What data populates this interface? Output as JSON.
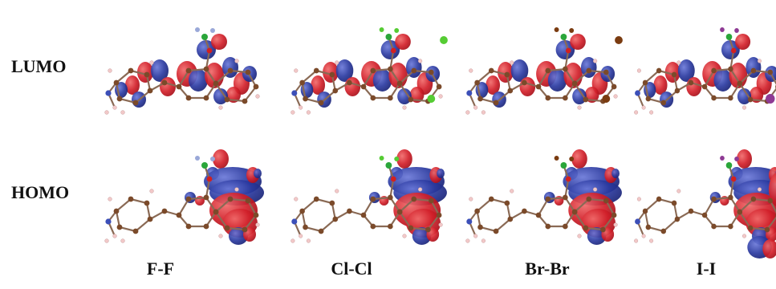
{
  "rows": [
    {
      "label": "LUMO"
    },
    {
      "label": "HOMO"
    }
  ],
  "columns": [
    {
      "label": "F-F",
      "halogen_color": "#9aa8d8"
    },
    {
      "label": "Cl-Cl",
      "halogen_color": "#55cc33"
    },
    {
      "label": "Br-Br",
      "halogen_color": "#7a3b10"
    },
    {
      "label": "I-I",
      "halogen_color": "#8e3a94"
    }
  ],
  "colors": {
    "positive_lobe": "#d2202a",
    "negative_lobe": "#2b3aa0",
    "carbon": "#7b4a2a",
    "hydrogen": "#f2c8c8",
    "nitrogen": "#3c4fb8",
    "oxygen": "#d22020",
    "boron": "#2aa63a",
    "bond": "#8a6a55"
  }
}
